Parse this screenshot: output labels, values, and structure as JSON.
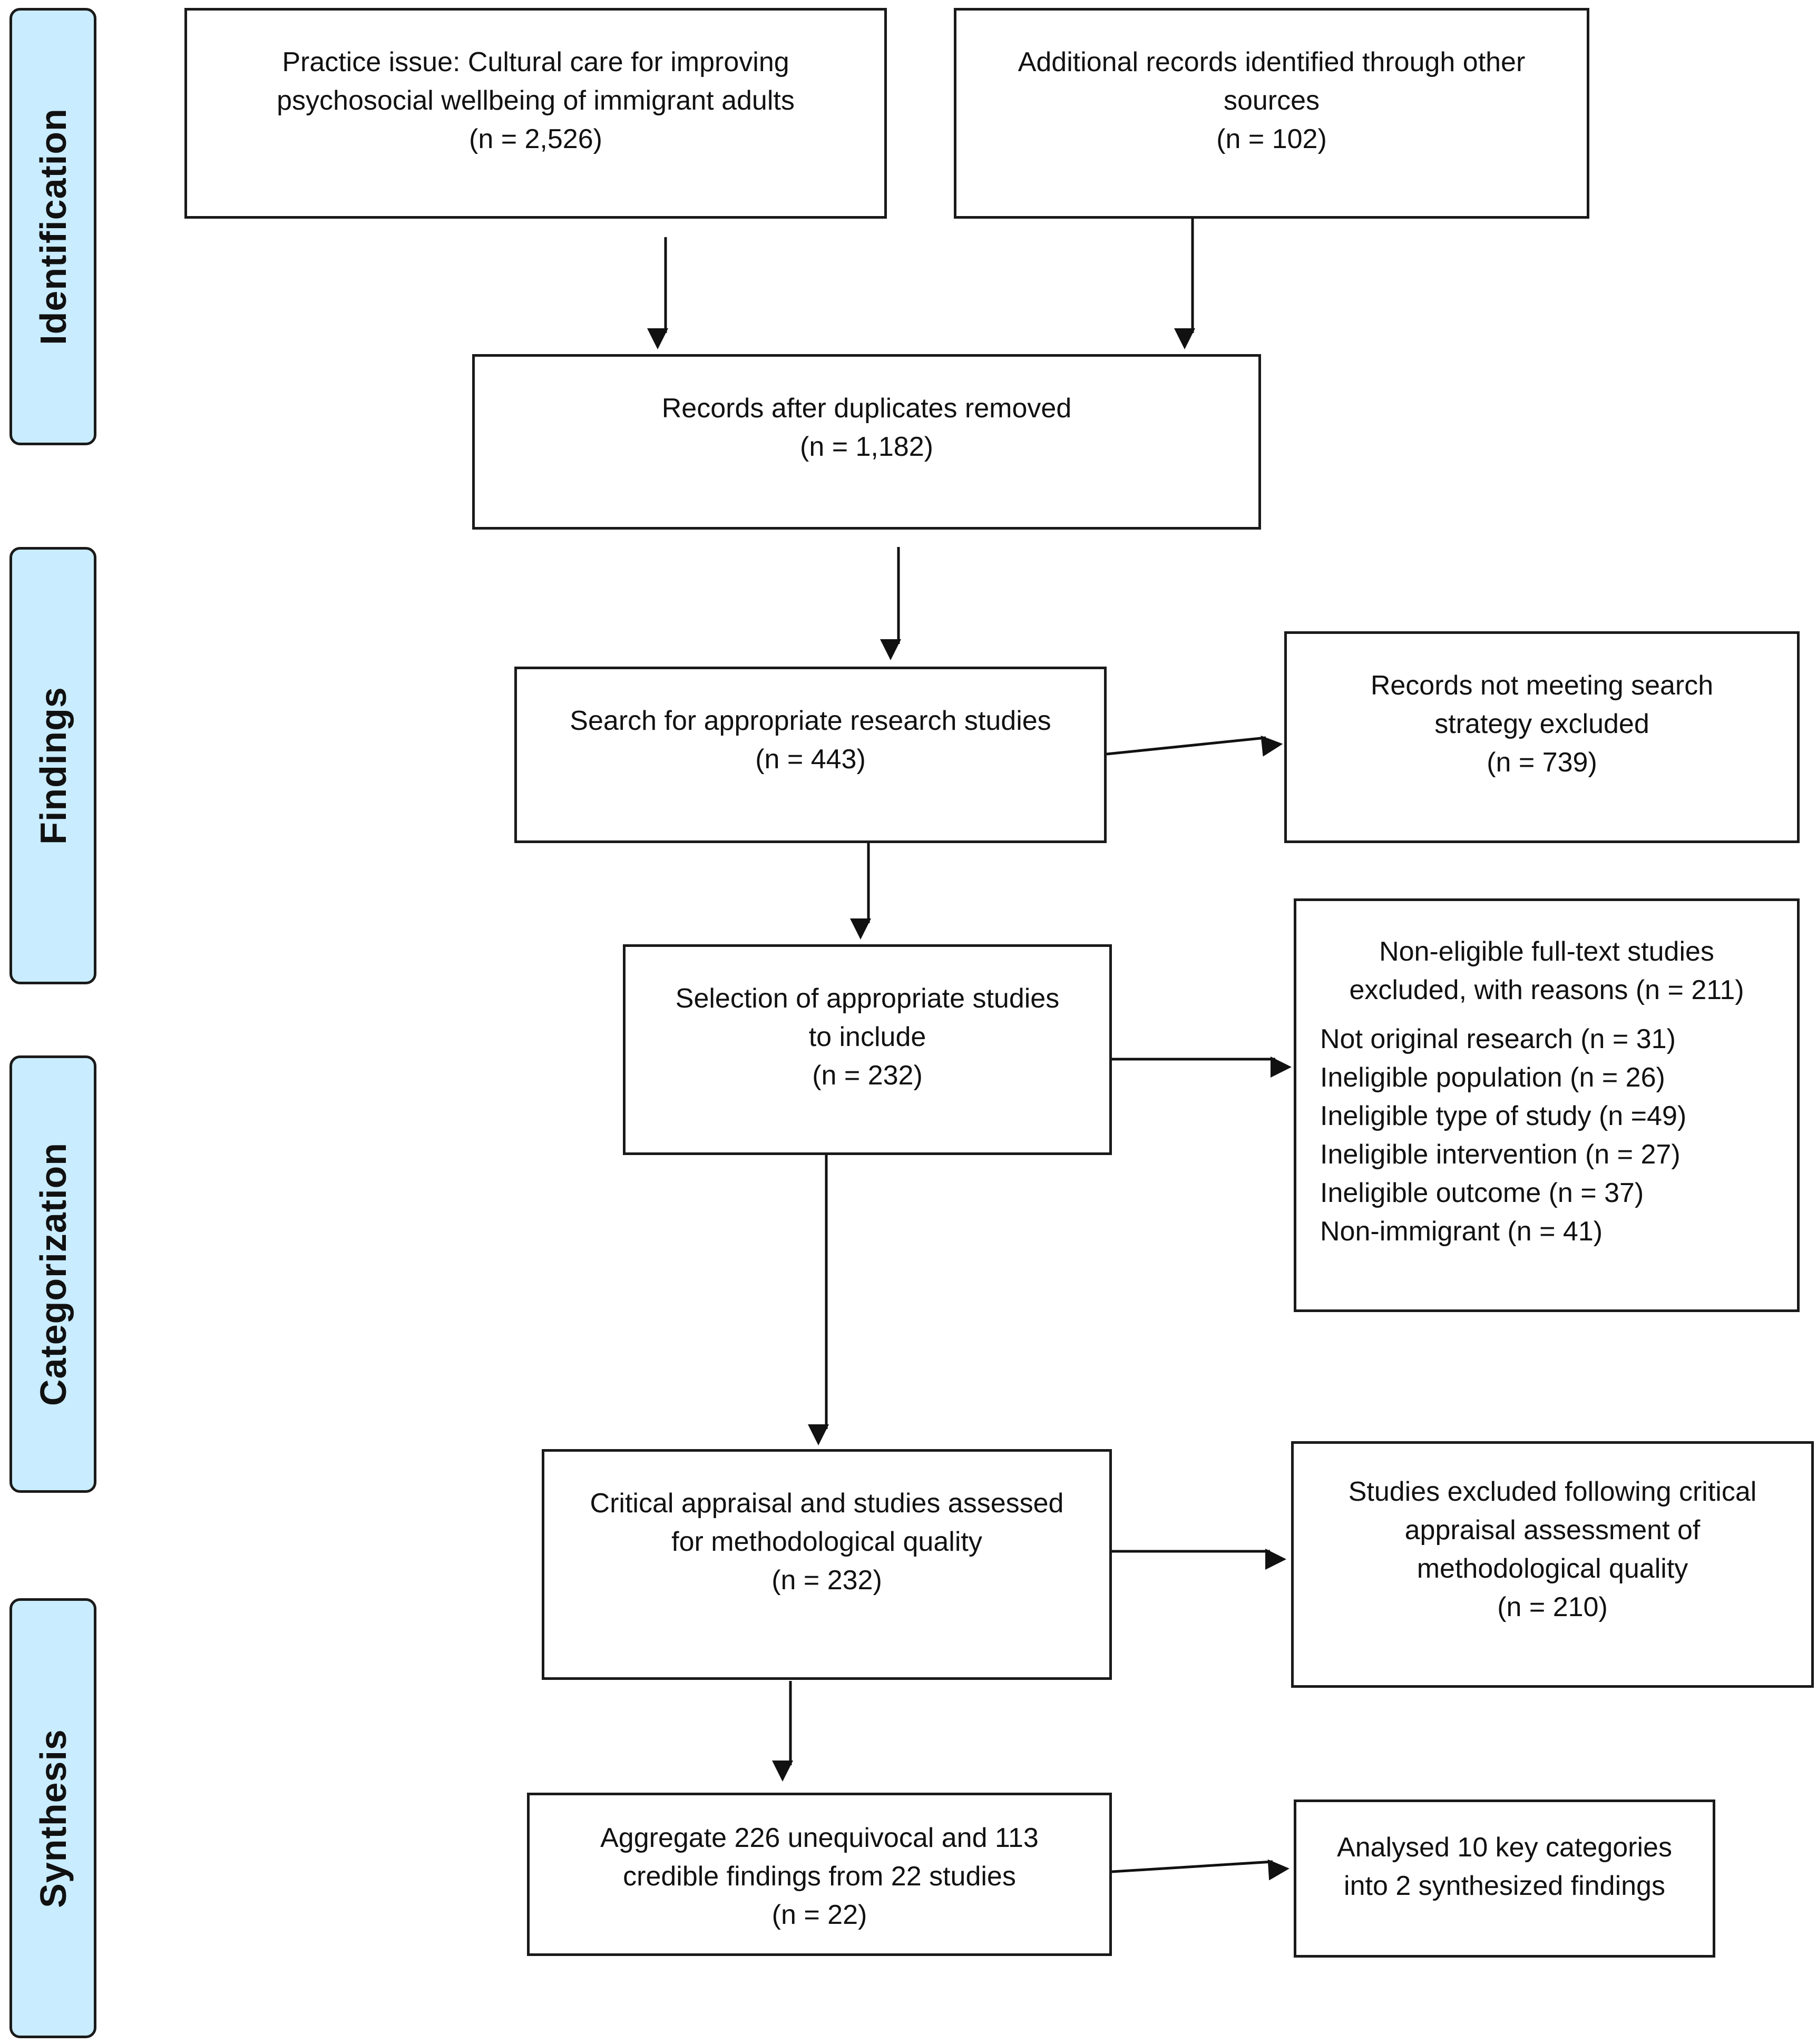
{
  "stages": [
    {
      "id": "identification",
      "label": "Identification"
    },
    {
      "id": "findings",
      "label": "Findings"
    },
    {
      "id": "categorization",
      "label": "Categorization"
    },
    {
      "id": "synthesis",
      "label": "Synthesis"
    }
  ],
  "boxes": {
    "practice_issue": {
      "line1": "Practice issue: Cultural care for improving",
      "line2": "psychosocial wellbeing of immigrant adults",
      "count": "(n = 2,526)"
    },
    "additional_records": {
      "line1": "Additional records identified through other",
      "line2": "sources",
      "count": "(n = 102)"
    },
    "duplicates_removed": {
      "line1": "Records after duplicates removed",
      "count": "(n = 1,182)"
    },
    "search": {
      "line1": "Search for appropriate research studies",
      "count": "(n = 443)"
    },
    "not_meeting": {
      "line1": "Records not meeting search",
      "line2": "strategy excluded",
      "count": "(n = 739)"
    },
    "selection": {
      "line1": "Selection of appropriate studies",
      "line2": "to include",
      "count": "(n = 232)"
    },
    "non_eligible": {
      "line1": "Non-eligible full-text studies",
      "line2": "excluded, with reasons (n = 211)",
      "reasons": [
        "Not original research (n = 31)",
        "Ineligible population (n = 26)",
        "Ineligible type of study (n =49)",
        "Ineligible intervention (n = 27)",
        "Ineligible outcome (n = 37)",
        "Non-immigrant (n = 41)"
      ]
    },
    "critical_appraisal": {
      "line1": "Critical appraisal and studies assessed",
      "line2": "for methodological quality",
      "count": "(n = 232)"
    },
    "excluded_appraisal": {
      "line1": "Studies excluded following critical",
      "line2": "appraisal assessment of",
      "line3": "methodological quality",
      "count": "(n = 210)"
    },
    "aggregate": {
      "line1": "Aggregate 226 unequivocal and 113",
      "line2": "credible findings from 22 studies",
      "count": "(n = 22)"
    },
    "analysed": {
      "line1": "Analysed 10 key categories",
      "line2": "into 2 synthesized findings"
    }
  }
}
